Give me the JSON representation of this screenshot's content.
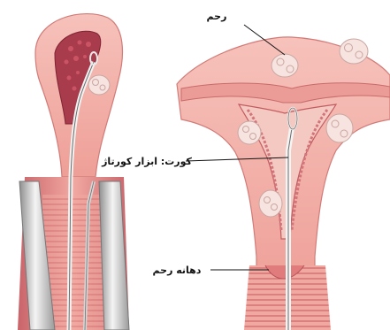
{
  "labels": {
    "uterus": "رحم",
    "curette": "کورت: ابزار کورتاژ",
    "cervix": "دهانه رحم"
  },
  "colors": {
    "tissue_light": "#f3b6b0",
    "tissue_mid": "#e58f8a",
    "tissue_dark": "#c45a5f",
    "cavity": "#a33848",
    "instrument": "#d8d8d8",
    "follicle": "#f7e3df"
  }
}
